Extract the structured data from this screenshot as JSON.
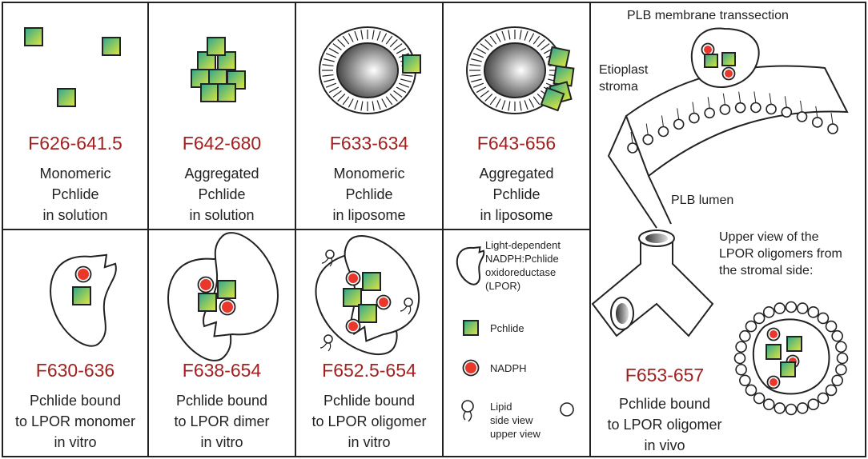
{
  "panels": [
    {
      "code": "F626-641.5",
      "lines": [
        "Monomeric",
        "Pchlide",
        "in solution"
      ]
    },
    {
      "code": "F642-680",
      "lines": [
        "Aggregated",
        "Pchlide",
        "in solution"
      ]
    },
    {
      "code": "F633-634",
      "lines": [
        "Monomeric",
        "Pchlide",
        "in liposome"
      ]
    },
    {
      "code": "F643-656",
      "lines": [
        "Aggregated",
        "Pchlide",
        "in liposome"
      ]
    },
    {
      "code": "F630-636",
      "lines": [
        "Pchlide bound",
        "to LPOR monomer",
        "in vitro"
      ]
    },
    {
      "code": "F638-654",
      "lines": [
        "Pchlide bound",
        "to LPOR dimer",
        "in vitro"
      ]
    },
    {
      "code": "F652.5-654",
      "lines": [
        "Pchlide bound",
        "to LPOR oligomer",
        "in vitro"
      ]
    }
  ],
  "legend": {
    "lpor": [
      "Light-dependent",
      "NADPH:Pchlide",
      "oxidoreductase",
      "(LPOR)"
    ],
    "pchlide": "Pchlide",
    "nadph": "NADPH",
    "lipid": [
      "Lipid",
      "side view",
      "upper view"
    ]
  },
  "invivo": {
    "title": "PLB membrane transsection",
    "stroma": [
      "Etioplast",
      "stroma"
    ],
    "lumen": "PLB lumen",
    "upper": [
      "Upper view of the",
      "LPOR oligomers from",
      "the stromal side:"
    ],
    "code": "F653-657",
    "lines": [
      "Pchlide bound",
      "to LPOR oligomer",
      "in vivo"
    ]
  },
  "colors": {
    "code": "#a3201f",
    "pchlide_top": "#3aaa8e",
    "pchlide_bottom": "#dde63a",
    "nadph": "#e8382c",
    "line": "#222222"
  }
}
